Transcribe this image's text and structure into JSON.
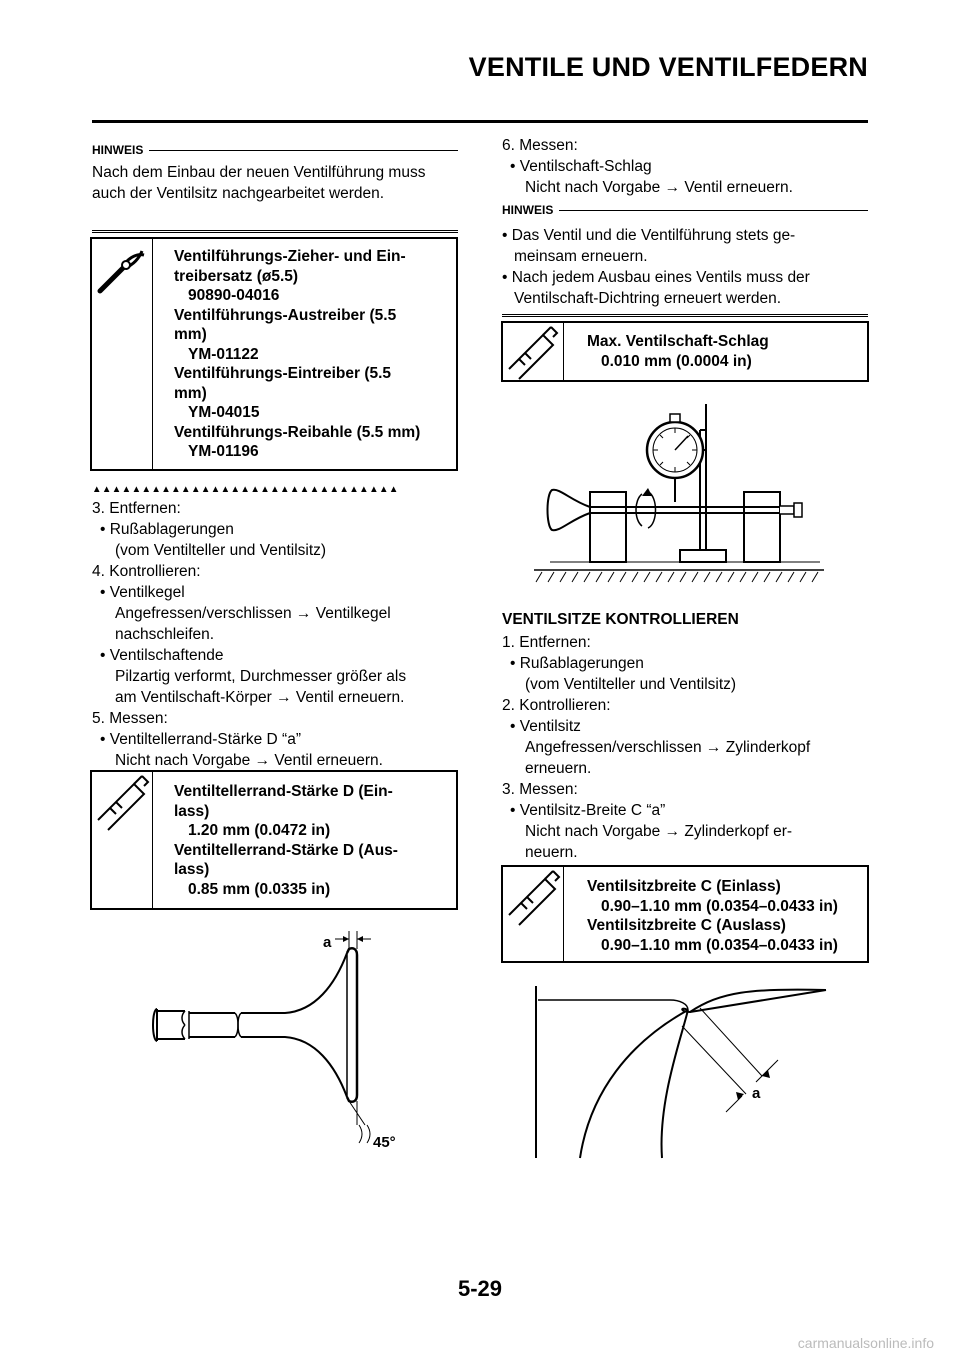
{
  "page": {
    "title": "VENTILE UND VENTILFEDERN",
    "page_number": "5-29",
    "watermark": "carmanualsonline.info"
  },
  "left": {
    "note1_heading": "HINWEIS",
    "note1_text": "Nach dem Einbau der neuen Ventilführung muss auch der Ventilsitz nachgearbeitet werden.",
    "tools": [
      {
        "name": "Ventilführungs-Zieher- und Ein-",
        "name2": "treibersatz (ø5.5)",
        "value": "90890-04016"
      },
      {
        "name": "Ventilführungs-Austreiber (5.5",
        "name2": "mm)",
        "value": "YM-01122"
      },
      {
        "name": "Ventilführungs-Eintreiber (5.5",
        "name2": "mm)",
        "value": "YM-04015"
      },
      {
        "name": "Ventilführungs-Reibahle (5.5 mm)",
        "name2": "",
        "value": "YM-01196"
      }
    ],
    "triangles": "▲▲▲▲▲▲▲▲▲▲▲▲▲▲▲▲▲▲▲▲▲▲▲▲▲▲▲▲▲▲▲",
    "steps": [
      "3.  Entfernen:",
      "• Rußablagerungen",
      "(vom Ventilteller und Ventilsitz)",
      "4.  Kontrollieren:",
      "• Ventilkegel",
      "Angefressen/verschlissen → Ventilkegel",
      "nachschleifen.",
      "• Ventilschaftende",
      "Pilzartig verformt, Durchmesser größer als",
      "am Ventilschaft-Körper → Ventil erneuern.",
      "5.  Messen:",
      "• Ventiltellerrand-Stärke D “a”",
      "Nicht nach Vorgabe → Ventil erneuern."
    ],
    "spec_box": [
      {
        "name": "Ventiltellerrand-Stärke D (Ein-",
        "name2": "lass)",
        "value": "1.20 mm (0.0472 in)"
      },
      {
        "name": "Ventiltellerrand-Stärke D (Aus-",
        "name2": "lass)",
        "value": "0.85 mm (0.0335 in)"
      }
    ],
    "fig_label_a": "a",
    "fig_label_angle": "45°"
  },
  "right": {
    "steps_top": [
      "6.  Messen:",
      "• Ventilschaft-Schlag",
      "Nicht nach Vorgabe → Ventil erneuern."
    ],
    "note2_heading": "HINWEIS",
    "note2_items": [
      "• Das Ventil und die Ventilführung stets ge-",
      "meinsam erneuern.",
      "• Nach jedem Ausbau eines Ventils muss der",
      "Ventilschaft-Dichtring erneuert werden."
    ],
    "runout_box": {
      "name": "Max. Ventilschaft-Schlag",
      "value": "0.010 mm (0.0004 in)"
    },
    "section_heading": "VENTILSITZE KONTROLLIEREN",
    "steps_bottom": [
      "1.  Entfernen:",
      "• Rußablagerungen",
      "(vom Ventilteller und Ventilsitz)",
      "2.  Kontrollieren:",
      "• Ventilsitz",
      "Angefressen/verschlissen → Zylinderkopf",
      "erneuern.",
      "3.  Messen:",
      "• Ventilsitz-Breite C “a”",
      "Nicht nach Vorgabe → Zylinderkopf er-",
      "neuern."
    ],
    "seat_box": [
      {
        "name": "Ventilsitzbreite C (Einlass)",
        "value": "0.90–1.10 mm (0.0354–0.0433 in)"
      },
      {
        "name": "Ventilsitzbreite C (Auslass)",
        "value": "0.90–1.10 mm (0.0354–0.0433 in)"
      }
    ],
    "fig_label_a": "a"
  }
}
